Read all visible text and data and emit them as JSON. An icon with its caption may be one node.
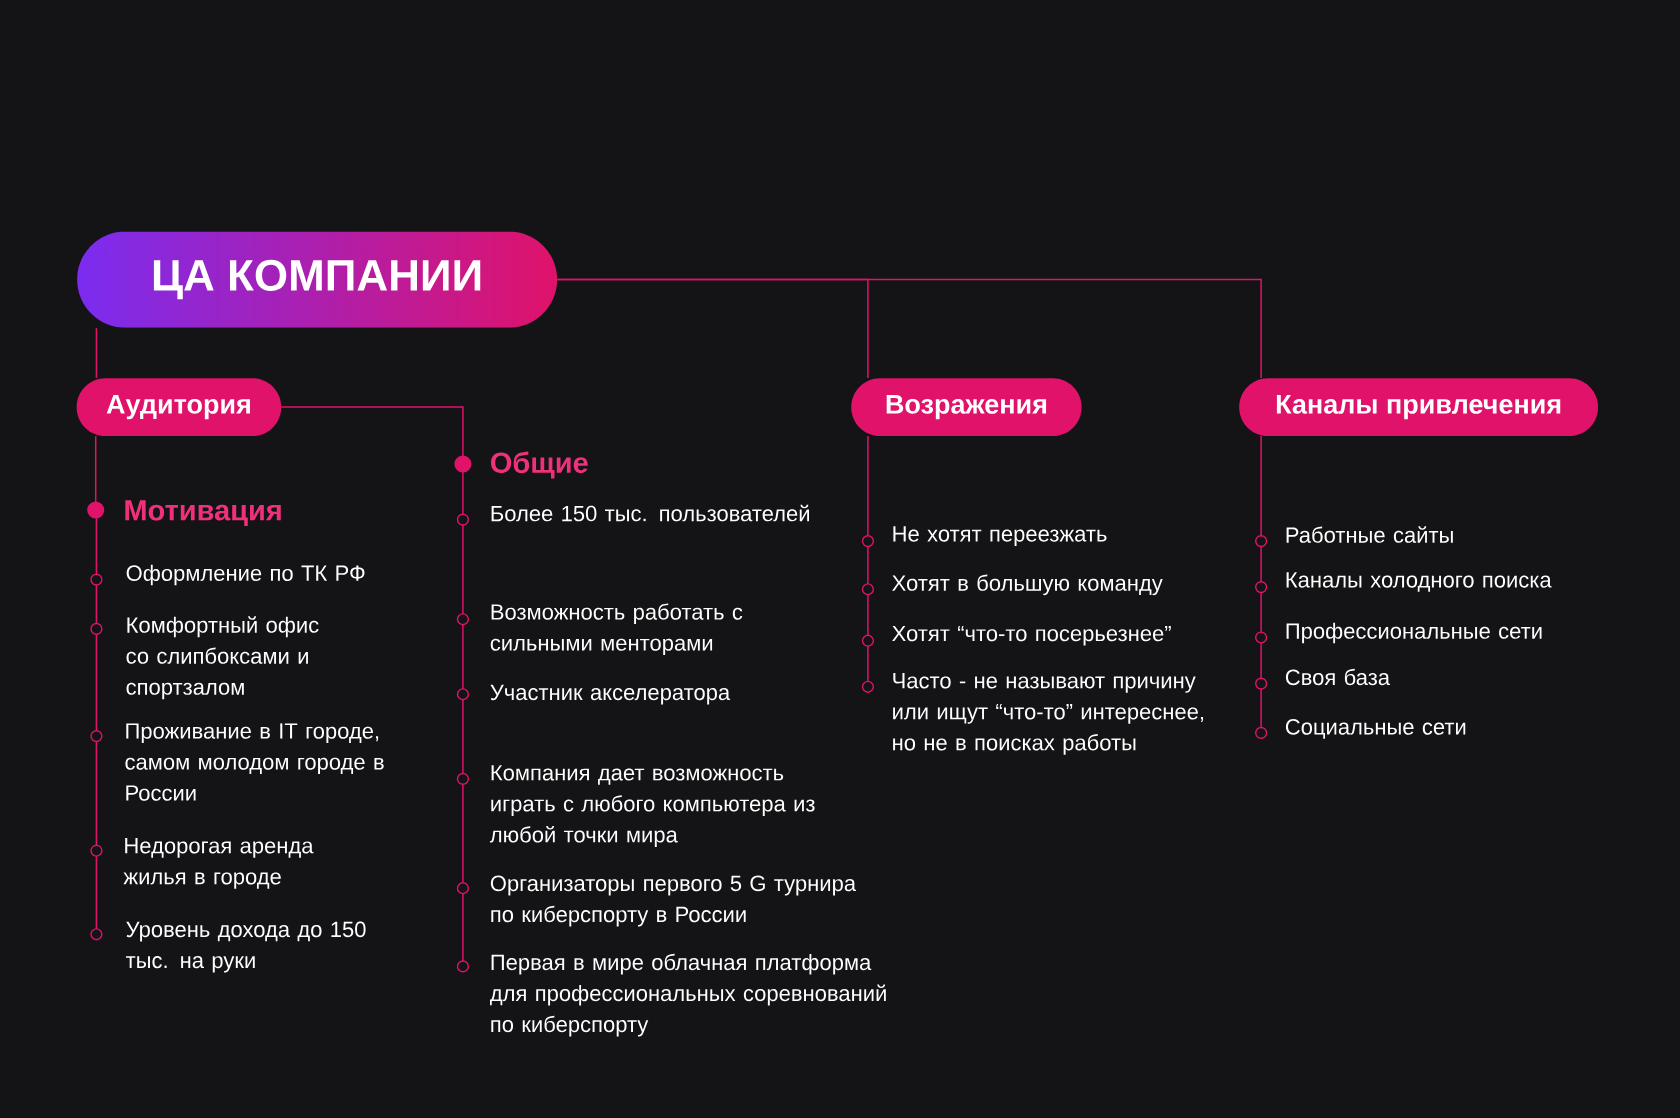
{
  "diagram": {
    "nodes": [
      {
        "text": [
          "ЦА КОМПАНИИ"
        ]
      },
      {
        "text": [
          "Аудитория"
        ]
      },
      {
        "text": [
          "Возражения"
        ]
      },
      {
        "text": [
          "Каналы привлечения"
        ]
      },
      {
        "text": [
          "Мотивация"
        ]
      },
      {
        "text": [
          "Общие"
        ]
      }
    ],
    "edges": [
      {
        "from": 0,
        "to": 1,
        "arrow": "none"
      },
      {
        "from": 0,
        "to": 2,
        "arrow": "none"
      },
      {
        "from": 0,
        "to": 3,
        "arrow": "none"
      },
      {
        "from": 1,
        "to": 4,
        "arrow": "other"
      },
      {
        "from": 1,
        "to": 5,
        "arrow": "other"
      }
    ],
    "labels": [
      "Оформление по ТК РФ",
      "Комфортный офис со слипбоксами и спортзалом",
      "Проживание в IT городе, самом молодом городе в России",
      "Недорогая аренда жилья в городе",
      "Уровень дохода до 150 тыс. на руки",
      "Более 150 тыс. пользователей",
      "Возможность работать с сильными менторами",
      "Участник акселератора",
      "Компания дает возможность играть с любого компьютера из любой точки мира",
      "Организаторы первого 5 G турнира по киберспорту в России",
      "Первая в мире облачная платформа для профессиональных соревнований по киберспорту",
      "Не хотят переезжать",
      "Хотят в большую команду",
      "Хотят “что-то посерьезнее”",
      "Часто - не называют причину или ищут “что-то” интереснее, но не в поисках работы",
      "Работные сайты",
      "Каналы холодного поиска",
      "Профессиональные сети",
      "Своя база",
      "Социальные сети"
    ]
  }
}
